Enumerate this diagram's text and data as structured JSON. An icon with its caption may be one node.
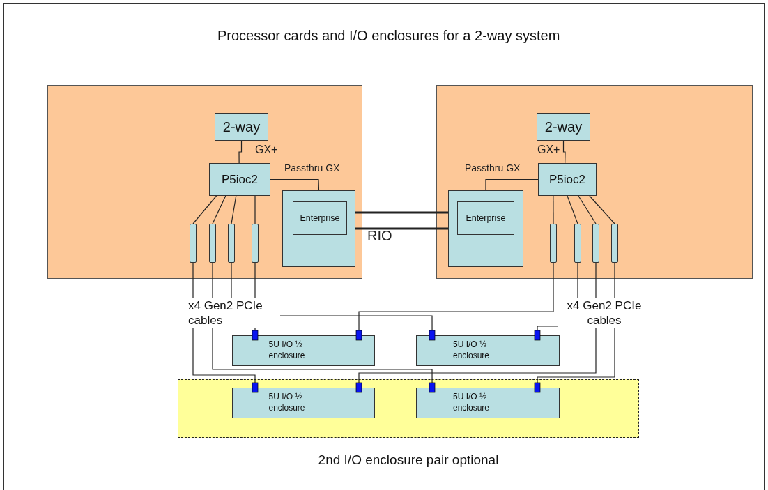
{
  "diagram": {
    "title": "Processor cards and I/O enclosures for a 2-way system",
    "nodes": [
      {
        "text": [],
        "shape": "box"
      },
      {
        "text": [
          "2-way"
        ],
        "in": 0
      },
      {
        "text": [
          "P5ioc2"
        ],
        "in": 0
      },
      {
        "text": [],
        "shape": "box",
        "in": 0
      },
      {
        "text": [
          "Enterprise"
        ],
        "in": 3
      },
      {
        "text": [],
        "shape": "bar",
        "in": 0
      },
      {
        "text": [],
        "shape": "bar",
        "in": 0
      },
      {
        "text": [],
        "shape": "bar",
        "in": 0
      },
      {
        "text": [],
        "shape": "bar",
        "in": 0
      },
      {
        "text": [],
        "shape": "box"
      },
      {
        "text": [
          "2-way"
        ],
        "in": 9
      },
      {
        "text": [
          "P5ioc2"
        ],
        "in": 9
      },
      {
        "text": [],
        "shape": "box",
        "in": 9
      },
      {
        "text": [
          "Enterprise"
        ],
        "in": 12
      },
      {
        "text": [],
        "shape": "bar",
        "in": 9
      },
      {
        "text": [],
        "shape": "bar",
        "in": 9
      },
      {
        "text": [],
        "shape": "bar",
        "in": 9
      },
      {
        "text": [],
        "shape": "bar",
        "in": 9
      },
      {
        "text": [
          "5U I/O ½ enclosure"
        ]
      },
      {
        "text": [
          "5U I/O ½ enclosure"
        ]
      },
      {
        "text": [
          "2nd I/O enclosure pair optional"
        ]
      },
      {
        "text": [
          "5U I/O ½ enclosure"
        ],
        "in": 20
      },
      {
        "text": [
          "5U I/O ½ enclosure"
        ],
        "in": 20
      }
    ],
    "edges": [
      {
        "from": 1,
        "to": 2,
        "arrow": "none",
        "label": "GX+"
      },
      {
        "from": 2,
        "to": 3,
        "arrow": "none",
        "label": "Passthru GX"
      },
      {
        "from": 2,
        "to": 5,
        "arrow": "none"
      },
      {
        "from": 2,
        "to": 6,
        "arrow": "none"
      },
      {
        "from": 2,
        "to": 7,
        "arrow": "none"
      },
      {
        "from": 2,
        "to": 8,
        "arrow": "none"
      },
      {
        "from": 3,
        "to": 12,
        "arrow": "none",
        "style": "thick"
      },
      {
        "from": 3,
        "to": 12,
        "arrow": "none",
        "style": "thick",
        "label": "RIO"
      },
      {
        "from": 10,
        "to": 11,
        "arrow": "none",
        "label": "GX+"
      },
      {
        "from": 11,
        "to": 12,
        "arrow": "none",
        "label": "Passthru GX"
      },
      {
        "from": 11,
        "to": 14,
        "arrow": "none"
      },
      {
        "from": 11,
        "to": 15,
        "arrow": "none"
      },
      {
        "from": 11,
        "to": 16,
        "arrow": "none"
      },
      {
        "from": 11,
        "to": 17,
        "arrow": "none"
      },
      {
        "from": 5,
        "to": 21,
        "arrow": "none"
      },
      {
        "from": 6,
        "to": 22,
        "arrow": "none"
      },
      {
        "from": 7,
        "to": 18,
        "arrow": "none"
      },
      {
        "from": 8,
        "to": 19,
        "arrow": "none"
      },
      {
        "from": 14,
        "to": 18,
        "arrow": "none"
      },
      {
        "from": 15,
        "to": 19,
        "arrow": "none"
      },
      {
        "from": 16,
        "to": 21,
        "arrow": "none"
      },
      {
        "from": 17,
        "to": 22,
        "arrow": "none"
      }
    ],
    "labels": [
      "x4 Gen2 PCIe cables",
      "x4 Gen2 PCIe cables"
    ]
  }
}
